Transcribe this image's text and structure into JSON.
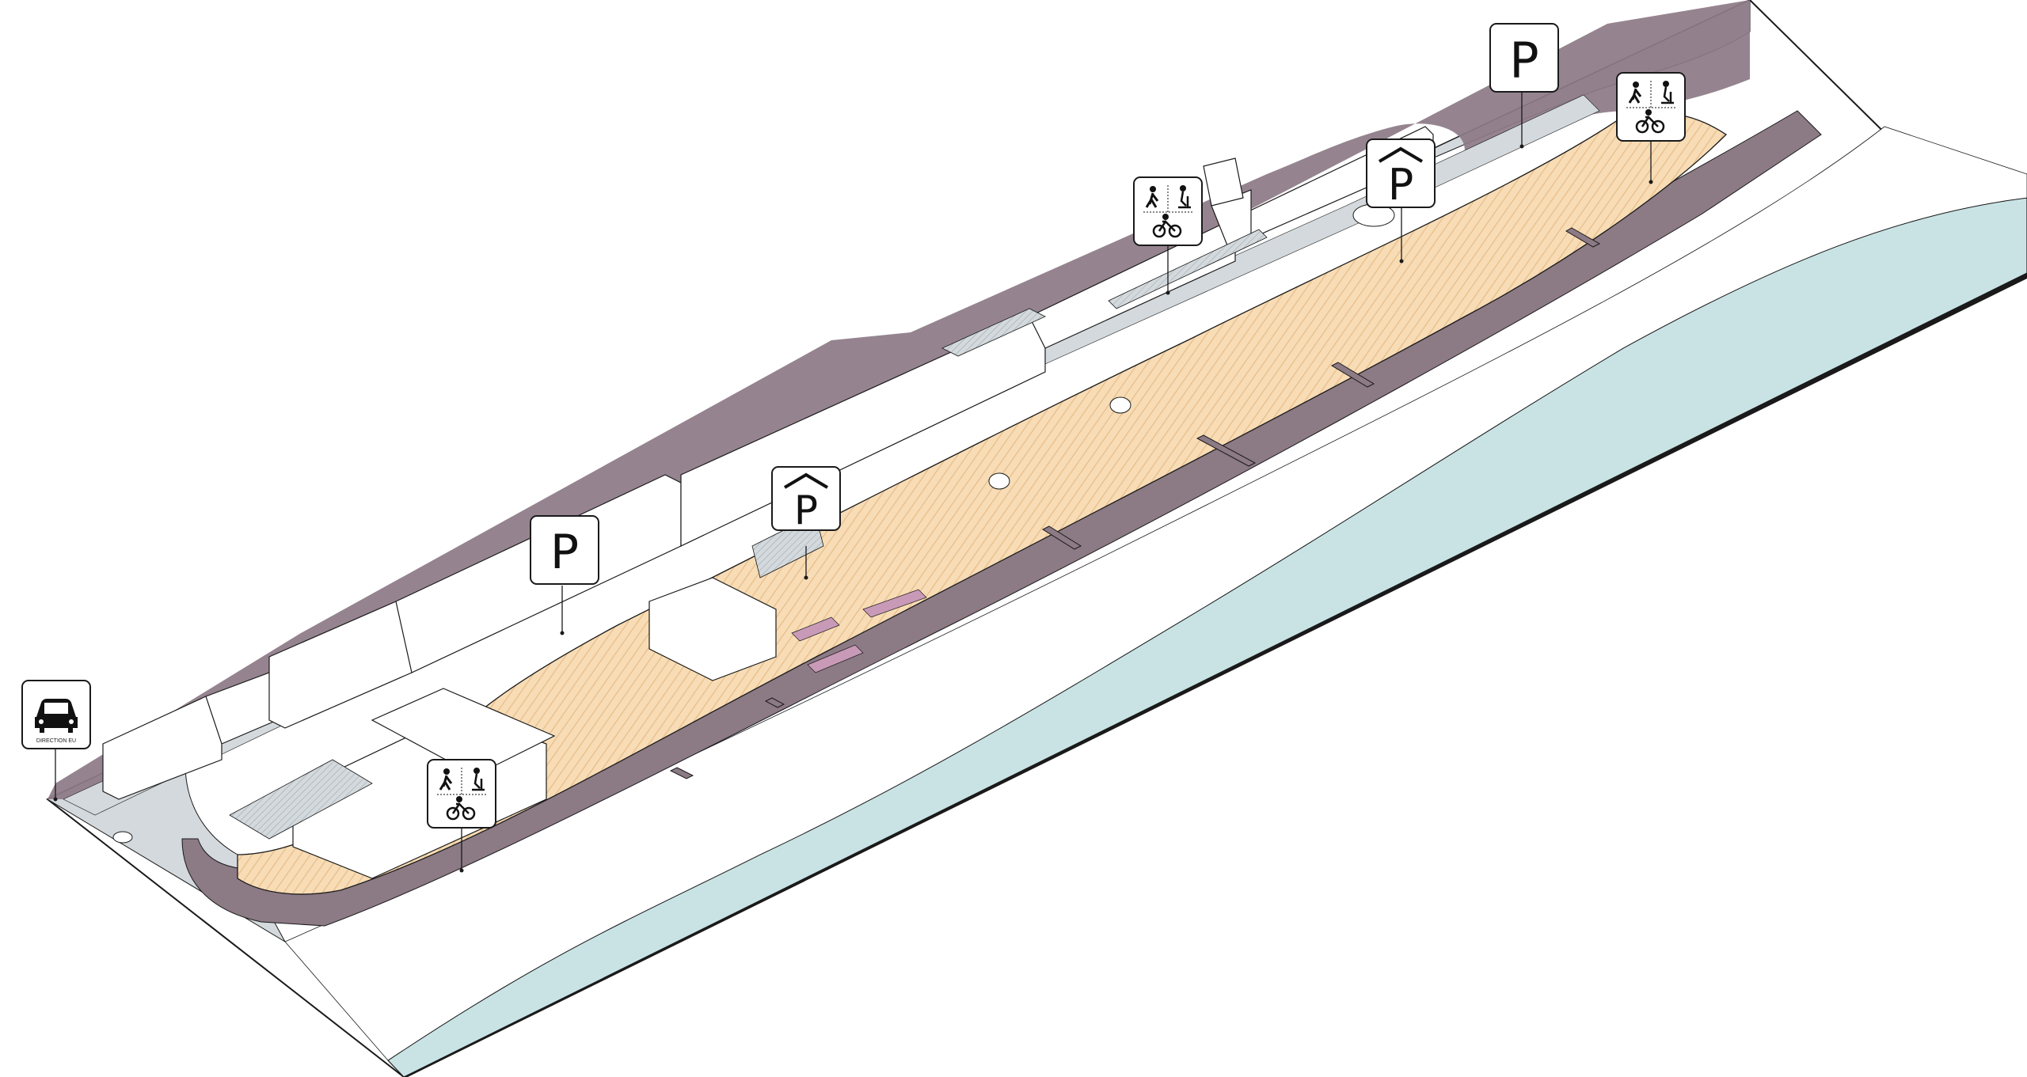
{
  "colors": {
    "background": "#ffffff",
    "sea": "#c9e3e5",
    "sand": "#ffffff",
    "road_grey": "#d3d9dc",
    "plum": "#8c7a85",
    "plum_light": "#b4a3ad",
    "promenade": "#f7dcb5",
    "promenade_stripe": "#e7b985",
    "pink_accent": "#c99ab8",
    "outline": "#1a1a1a"
  },
  "signs": {
    "parking_left": {
      "letter": "P",
      "icon": "parking-icon"
    },
    "parking_right": {
      "letter": "P",
      "icon": "parking-icon"
    },
    "covered_parking_left": {
      "letter": "P",
      "icon": "covered-parking-icon"
    },
    "covered_parking_right": {
      "letter": "P",
      "icon": "covered-parking-icon"
    },
    "car_direction": {
      "caption": "DIRECTION EU",
      "icon": "car-icon"
    },
    "mobility_left": {
      "icon": "pedestrian-scooter-bicycle-icon"
    },
    "mobility_mid": {
      "icon": "pedestrian-scooter-bicycle-icon"
    },
    "mobility_right": {
      "icon": "pedestrian-scooter-bicycle-icon"
    }
  }
}
